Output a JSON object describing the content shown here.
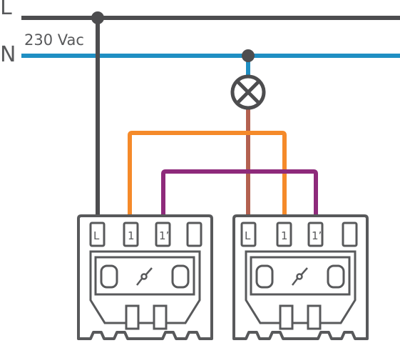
{
  "lines": {
    "live_label": "L",
    "neutral_label": "N",
    "voltage_label": "230 Vac"
  },
  "colors": {
    "live": "#4d4d4f",
    "neutral": "#1f8fc3",
    "switched_live": "#b36150",
    "traveller_1": "#f58a2a",
    "traveller_2": "#8e2a7b",
    "device": "#58595b"
  },
  "lamp": {
    "symbol": "lamp-cross-icon"
  },
  "switches": [
    {
      "terminals": [
        "L",
        "1",
        "1’",
        ""
      ]
    },
    {
      "terminals": [
        "L",
        "1",
        "1’",
        ""
      ]
    }
  ]
}
